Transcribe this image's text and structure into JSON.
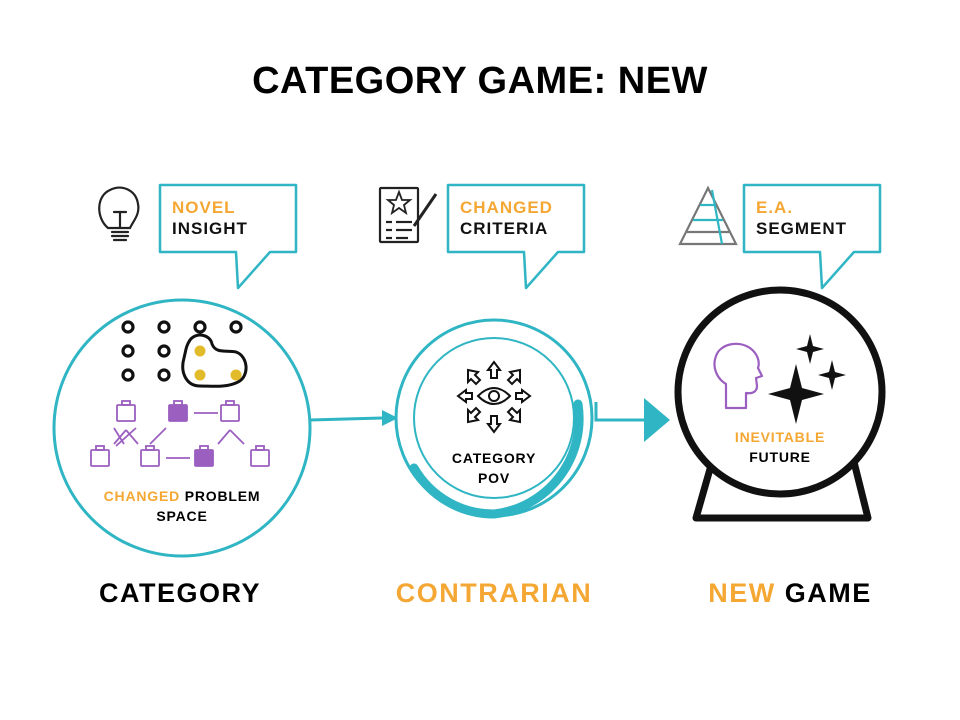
{
  "title": "CATEGORY GAME: NEW",
  "colors": {
    "teal": "#2fb5c3",
    "orange": "#f5a733",
    "purple": "#9b5fc0",
    "yellow": "#e2bb2a",
    "black": "#111111"
  },
  "stages": [
    {
      "callout_line1": "NOVEL",
      "callout_line2": "INSIGHT",
      "callout_icon": "lightbulb-icon",
      "circle_label_accent": "CHANGED",
      "circle_label_rest": "PROBLEM",
      "circle_label_line2": "SPACE",
      "bottom_label": "CATEGORY"
    },
    {
      "callout_line1": "CHANGED",
      "callout_line2": "CRITERIA",
      "callout_icon": "checklist-star-icon",
      "circle_label_line1": "CATEGORY",
      "circle_label_line2": "POV",
      "circle_icon": "eye-arrows-icon",
      "bottom_label": "CONTRARIAN"
    },
    {
      "callout_line1": "E.A.",
      "callout_line2": "SEGMENT",
      "callout_icon": "pyramid-icon",
      "circle_label_line1": "INEVITABLE",
      "circle_label_line2": "FUTURE",
      "circle_icon": "crystal-ball-icon",
      "bottom_label_accent": "NEW",
      "bottom_label_rest": "GAME"
    }
  ]
}
